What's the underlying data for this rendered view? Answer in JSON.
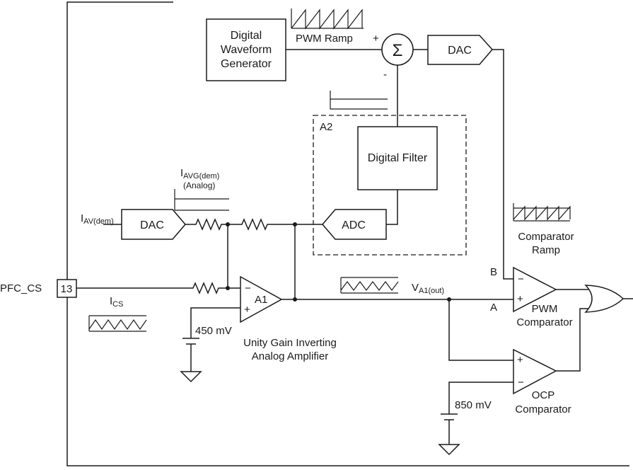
{
  "pin": {
    "name": "PFC_CS",
    "number": "13"
  },
  "blocks": {
    "waveform_gen": [
      "Digital",
      "Waveform",
      "Generator"
    ],
    "dac_top": "DAC",
    "dac_left": "DAC",
    "digital_filter": "Digital Filter",
    "adc": "ADC",
    "amp": "A1",
    "group": "A2"
  },
  "summer": {
    "symbol": "Σ",
    "plus": "+",
    "minus": "-"
  },
  "labels": {
    "pwm_ramp": "PWM Ramp",
    "iavg_main": "I",
    "iavg_sub": "AVG(dem)",
    "iavg_line2": "(Analog)",
    "iav_main": "I",
    "iav_sub": "AV(dem)",
    "ics_main": "I",
    "ics_sub": "CS",
    "va1_main": "V",
    "va1_sub": "A1(out)",
    "amp_desc": [
      "Unity Gain Inverting",
      "Analog Amplifier"
    ],
    "v450": "450 mV",
    "v850": "850 mV",
    "comparator_ramp": [
      "Comparator",
      "Ramp"
    ],
    "node_a": "A",
    "node_b": "B",
    "pwm_comp": [
      "PWM",
      "Comparator"
    ],
    "ocp_comp": [
      "OCP",
      "Comparator"
    ]
  },
  "pins": {
    "minus": "−",
    "plus": "+"
  }
}
